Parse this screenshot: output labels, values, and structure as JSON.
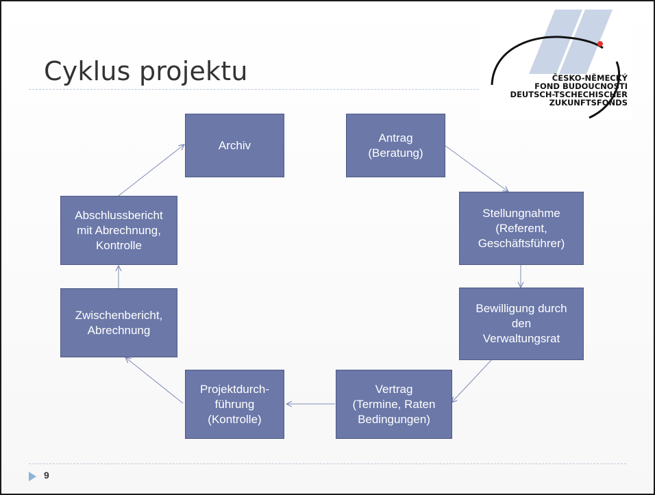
{
  "slide": {
    "title": "Cyklus projektu",
    "page_number": "9"
  },
  "logo": {
    "text": "ČESKO-NĚMECKÝ\nFOND BUDOUCNOSTI\nDEUTSCH-TSCHECHISCHER\nZUKUNFTSFONDS"
  },
  "colors": {
    "box_fill": "#6b78a8",
    "box_border": "#4d5a86",
    "arrow": "#7f8cb8",
    "logo_stripes": "#c9d4e6",
    "logo_dot": "#e63232"
  },
  "steps": {
    "antrag": "Antrag\n(Beratung)",
    "stellungnahme": "Stellungnahme\n(Referent,\nGeschäftsführer)",
    "bewilligung": "Bewilligung durch\nden\nVerwaltungsrat",
    "vertrag": "Vertrag\n(Termine, Raten\nBedingungen)",
    "durchfuehrung": "Projektdurch-\nführung\n(Kontrolle)",
    "zwischenbericht": "Zwischenbericht,\nAbrechnung",
    "abschlussbericht": "Abschlussbericht\nmit Abrechnung,\nKontrolle",
    "archiv": "Archiv"
  }
}
